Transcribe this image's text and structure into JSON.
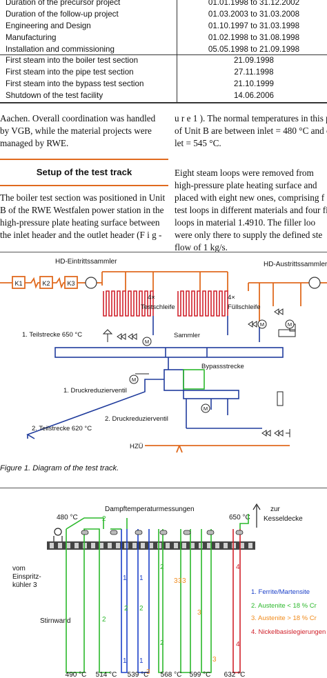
{
  "table": {
    "rows": [
      {
        "label": "Duration of the precursor project",
        "value": "01.01.1998 to 31.12.2002"
      },
      {
        "label": "Duration of the follow-up project",
        "value": "01.03.2003 to 31.03.2008"
      },
      {
        "label": "Engineering and Design",
        "value": "01.10.1997 to 31.03.1998"
      },
      {
        "label": "Manufacturing",
        "value": "01.02.1998 to 31.08.1998"
      },
      {
        "label": "Installation and commissioning",
        "value": "05.05.1998 to 21.09.1998"
      },
      {
        "label": "First steam into the boiler test section",
        "value": "21.09.1998"
      },
      {
        "label": "First steam into the pipe test section",
        "value": "27.11.1998"
      },
      {
        "label": "First steam into the bypass test section",
        "value": "21.10.1999"
      },
      {
        "label": "Shutdown of the test facility",
        "value": "14.06.2006"
      }
    ]
  },
  "left_col": {
    "para1": [
      "Aachen. Overall coordination was handled",
      "by VGB, while the material projects were",
      "managed by RWE."
    ],
    "heading": "Setup of the test track",
    "para2": [
      "The boiler test section was positioned in Unit",
      "B of the RWE Westfalen power station in the",
      "high-pressure plate heating surface between",
      "the inlet header and the outlet header (F i g -"
    ]
  },
  "right_col": {
    "para1": [
      "u r e  1 ). The normal temperatures in this p",
      "of Unit B are between inlet = 480 °C and c",
      "let = 545 °C."
    ],
    "para2": [
      "Eight steam loops were removed from",
      "high-pressure plate heating surface and",
      "placed with eight new ones, comprising f",
      "test loops in different materials and four fi",
      "loops in material 1.4910. The filler loo",
      "were only there to supply the defined ste",
      "flow of 1 kg/s."
    ]
  },
  "figure1": {
    "caption": "Figure 1. Diagram of the test track.",
    "labels": {
      "inlet_header": "HD-Eintrittssammler",
      "outlet_header": "HD-Austrittssammler",
      "k1": "K1",
      "k2": "K2",
      "k3": "K3",
      "test_loop_count": "4×",
      "test_loop": "Testschleife",
      "filler_loop_count": "4×",
      "filler_loop": "Füllschleife",
      "section1": "1. Teilstrecke 650 °C",
      "collector": "Sammler",
      "bypass": "Bypassstrecke",
      "prv1": "1. Druckreduzierventil",
      "prv2": "2. Druckreduzierventil",
      "section2": "2. Teilstrecke 620 °C",
      "hzu": "HZÜ",
      "m": "M"
    }
  },
  "figure2": {
    "labels": {
      "title": "Dampftemperaturmessungen",
      "t480": "480 °C",
      "t650": "650 °C",
      "zur": "zur",
      "kesseldecke": "Kesseldecke",
      "vom": "vom",
      "einspritz": "Einspritz-",
      "kuehler": "kühler 3",
      "stirnwand": "Stirnwand"
    },
    "legend": [
      {
        "text": "1. Ferrite/Martensite",
        "color": "#1a3fc8"
      },
      {
        "text": "2. Austenite < 18 % Cr",
        "color": "#2ab82a"
      },
      {
        "text": "3. Austenite > 18 % Cr",
        "color": "#f08a1a"
      },
      {
        "text": "4. Nickelbasislegierungen",
        "color": "#e02020"
      }
    ],
    "bottom_temps": [
      "490 °C",
      "514 °C",
      "539 °C",
      "568 °C",
      "599 °C",
      "632 °C"
    ],
    "loop_numbers": [
      "2",
      "2",
      "1",
      "1",
      "1",
      "1",
      "2",
      "2",
      "2",
      "3",
      "3",
      "3",
      "3",
      "3",
      "4",
      "4",
      "2",
      "3"
    ]
  },
  "colors": {
    "orange": "#e06a1e",
    "red": "#d0202a",
    "blue": "#1a3fc8",
    "green": "#2ab82a",
    "darkblue": "#1f3b9c"
  }
}
